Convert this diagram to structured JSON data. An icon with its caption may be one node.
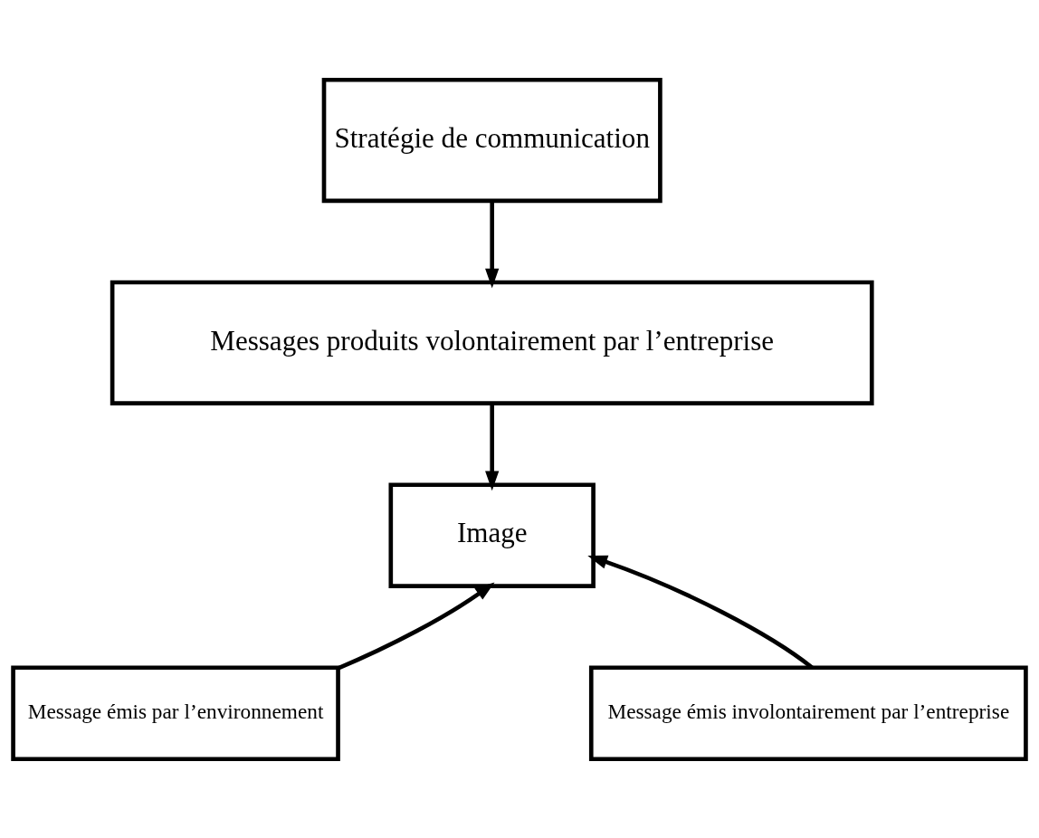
{
  "diagram": {
    "nodes": [
      {
        "text": [
          "Stratégie de communication"
        ]
      },
      {
        "text": [
          "Messages produits volontairement par l’entreprise"
        ]
      },
      {
        "text": [
          "Image"
        ]
      },
      {
        "text": [
          "Message émis par l’environnement"
        ]
      },
      {
        "text": [
          "Message émis involontairement par l’entreprise"
        ]
      }
    ],
    "edges": [
      {
        "from": 0,
        "to": 1,
        "arrow": "to"
      },
      {
        "from": 1,
        "to": 2,
        "arrow": "to"
      },
      {
        "from": 3,
        "to": 2,
        "arrow": "to"
      },
      {
        "from": 4,
        "to": 2,
        "arrow": "to"
      }
    ]
  }
}
